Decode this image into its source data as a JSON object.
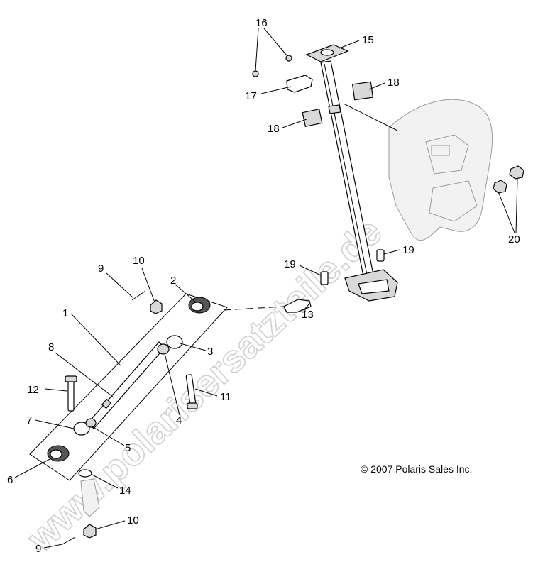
{
  "watermark": "www.polarisersatzteile.de",
  "copyright": "© 2007 Polaris Sales Inc.",
  "callouts": [
    "1",
    "2",
    "3",
    "4",
    "5",
    "6",
    "7",
    "8",
    "9",
    "10",
    "11",
    "12",
    "13",
    "14",
    "15",
    "16",
    "17",
    "18",
    "19",
    "20"
  ],
  "labels": {
    "c1": "1",
    "c2": "2",
    "c3": "3",
    "c4": "4",
    "c5": "5",
    "c6": "6",
    "c7": "7",
    "c8": "8",
    "c9a": "9",
    "c9b": "9",
    "c10a": "10",
    "c10b": "10",
    "c11": "11",
    "c12": "12",
    "c13": "13",
    "c14": "14",
    "c15": "15",
    "c16": "16",
    "c17": "17",
    "c18a": "18",
    "c18b": "18",
    "c19a": "19",
    "c19b": "19",
    "c20": "20"
  }
}
